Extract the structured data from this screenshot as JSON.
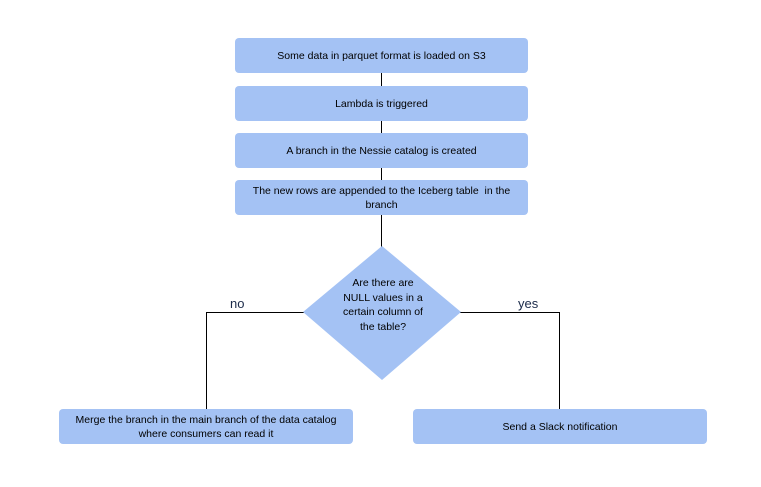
{
  "nodes": {
    "step1": "Some data in parquet format is loaded on S3",
    "step2": "Lambda is triggered",
    "step3": "A branch in the Nessie catalog is created",
    "step4": "The new rows are appended to the Iceberg table  in the branch",
    "decision": "Are there are NULL values in a certain column of the table?",
    "outcome_no": "Merge the branch in the main branch of the data catalog where consumers can read it",
    "outcome_yes": "Send a Slack notification"
  },
  "edges": {
    "no_label": "no",
    "yes_label": "yes"
  },
  "colors": {
    "node_fill": "#a4c2f4",
    "line": "#000000",
    "label_text": "#1c2b4a"
  }
}
